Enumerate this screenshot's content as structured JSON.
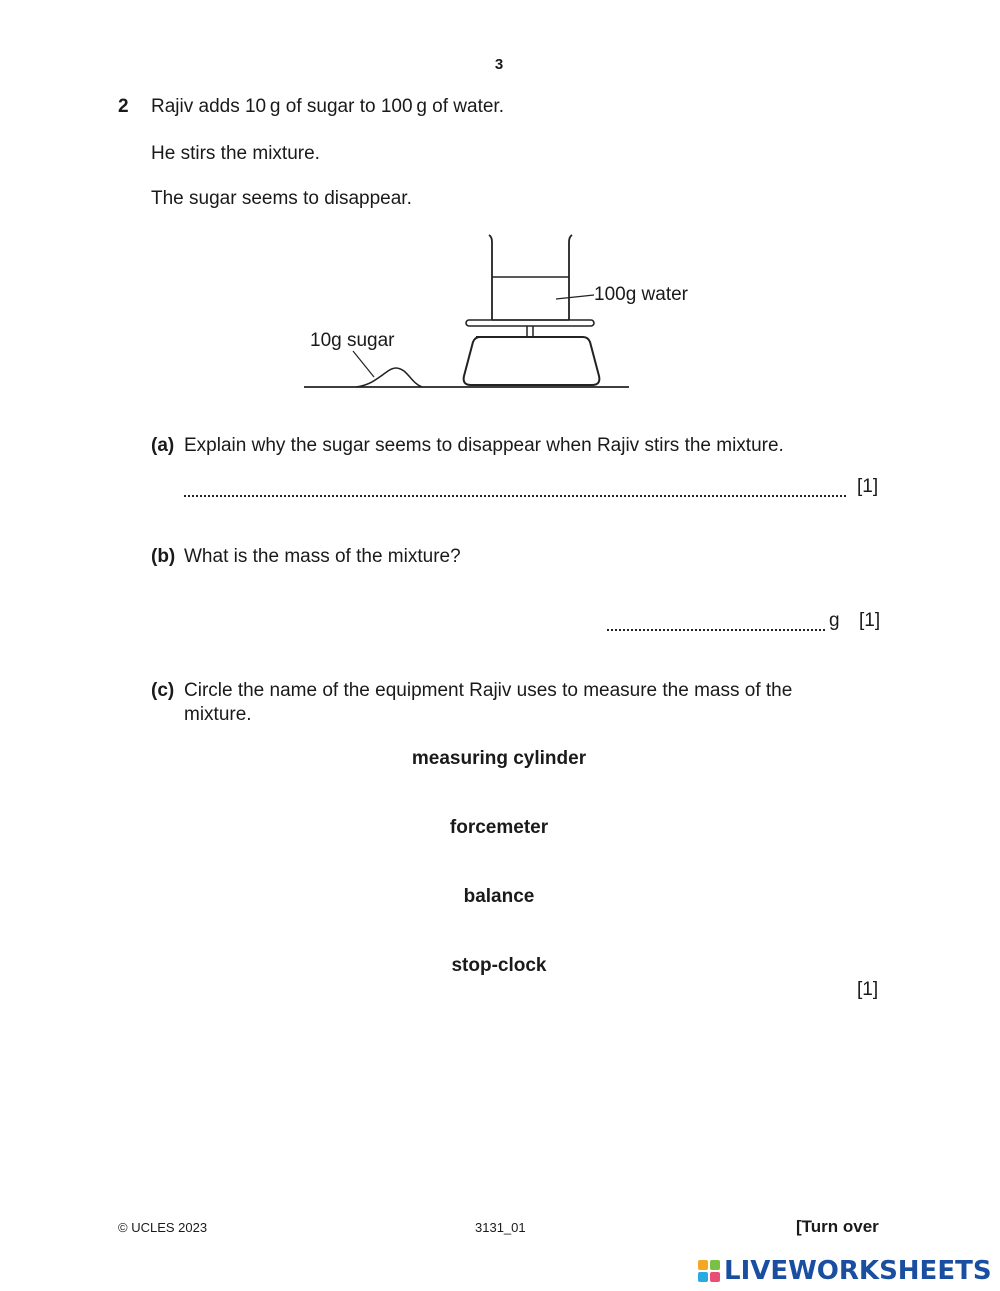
{
  "page_number": "3",
  "question": {
    "number": "2",
    "intro_lines": [
      "Rajiv adds 10 g of sugar to 100 g of water.",
      "He stirs the mixture.",
      "The sugar seems to disappear."
    ],
    "diagram": {
      "water_label": "100g water",
      "sugar_label": "10g sugar"
    },
    "parts": [
      {
        "label": "(a)",
        "text": "Explain why the sugar seems to disappear when Rajiv stirs the mixture.",
        "mark": "[1]"
      },
      {
        "label": "(b)",
        "text": "What is the mass of the mixture?",
        "unit": "g",
        "mark": "[1]"
      },
      {
        "label": "(c)",
        "text_line1": "Circle the name of the equipment Rajiv uses to measure the mass of the",
        "text_line2": "mixture.",
        "options": [
          "measuring cylinder",
          "forcemeter",
          "balance",
          "stop-clock"
        ],
        "mark": "[1]"
      }
    ]
  },
  "footer": {
    "copyright": "© UCLES 2023",
    "code": "3131_01",
    "turn_over": "[Turn over"
  },
  "watermark": {
    "text": "LIVEWORKSHEETS",
    "block_colors": [
      "#f5a623",
      "#7ac143",
      "#29abe2",
      "#e94e77"
    ]
  }
}
